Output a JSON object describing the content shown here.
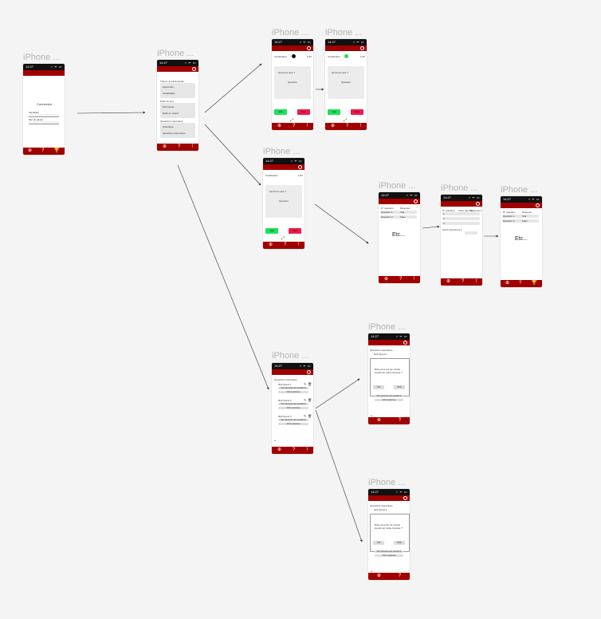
{
  "frame_title": "iPhone ...",
  "status_time": "14:27",
  "status_icons": "▪︎ ᯤ ▭",
  "icons": {
    "logo": "logo-icon",
    "add": "plus-circle-icon",
    "help": "question-icon",
    "trophy": "trophy-icon",
    "alert": "exclamation-icon",
    "expand": "expand-icon",
    "edit": "edit-icon",
    "delete": "trash-icon"
  },
  "tab": {
    "add": "⊕",
    "help": "?",
    "trophy": "🏆",
    "alert": "!"
  },
  "colors": {
    "brand": "#a00000",
    "success": "#1ee05a",
    "danger": "#ef1b4c"
  },
  "login": {
    "title": "Connexion",
    "user_label": "Identifiant",
    "pass_label": "Mot de passe"
  },
  "home": {
    "section1": "Thème du Dictionnaire",
    "row1a": "Apprendre",
    "row1b": "Vocabulaire",
    "section2": "Défis du jour",
    "row2a": "Défi actuel",
    "row2b": "Défis en retard",
    "section3": "Questions répondues",
    "row3a": "Historique",
    "row3b": "Questions répondues"
  },
  "quiz": {
    "header": "Vocabulaire",
    "score": "1/10",
    "question": "Qu'est-ce que ?",
    "answer": "Question",
    "true_label": "Vrai",
    "false_label": "Faux"
  },
  "table": {
    "col1": "N° question",
    "col2": "Réponse",
    "q1": "Question 1",
    "a1": "Vrai",
    "q2": "Question 2",
    "a2": "Faux",
    "etc": "Etc..."
  },
  "table2": {
    "col1": "N° question",
    "col2": "Votre réponse",
    "col3": "Réponse 1",
    "r1": "1",
    "r2": "2",
    "r3": "3",
    "sub_label": "Score Questions 1",
    "etc": "Etc..."
  },
  "list": {
    "header": "Questions répondues",
    "item1": "Défi Quest 1",
    "item2": "Défi Quest 2",
    "item3": "Défi Quest 3",
    "pill1": "Vos réponses aux questions",
    "pill2": "Voir la réponse"
  },
  "dialog": {
    "header": "Questions répondues",
    "sub": "Défi Quest 1",
    "text": "Êtes-vous sûr de vouloir supprimer cette réponse ?",
    "yes": "OUI",
    "no": "NON",
    "pill1": "Vos réponses aux questions",
    "pill2": "Voir la réponse"
  }
}
